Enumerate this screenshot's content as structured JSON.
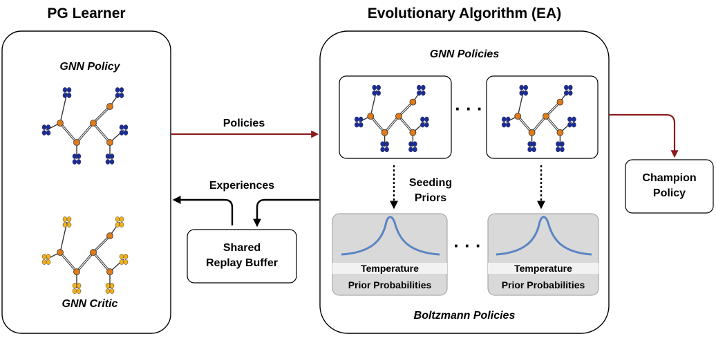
{
  "pg_learner": {
    "title": "PG Learner",
    "policy_label": "GNN Policy",
    "critic_label": "GNN Critic"
  },
  "ea": {
    "title": "Evolutionary Algorithm (EA)",
    "gnn_policies_label": "GNN Policies",
    "boltzmann_label": "Boltzmann Policies",
    "ellipsis": "· · ·",
    "prior_card": {
      "temperature": "Temperature",
      "prior_probabilities": "Prior Probabilities"
    }
  },
  "arrows": {
    "policies": "Policies",
    "experiences": "Experiences",
    "seeding_line1": "Seeding",
    "seeding_line2": "Priors"
  },
  "replay_buffer": {
    "line1": "Shared",
    "line2": "Replay Buffer"
  },
  "champion": {
    "line1": "Champion",
    "line2": "Policy"
  },
  "colors": {
    "policy_arrow": "#8b1a1a",
    "node": "#e07b1a",
    "blue_joint": "#1a2c9c",
    "yellow_joint": "#f2b21a",
    "curve": "#5b84c4",
    "card_fill": "#d9d9d9"
  }
}
